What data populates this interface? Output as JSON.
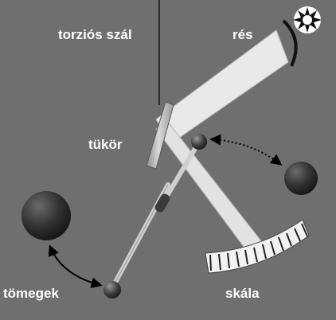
{
  "diagram": {
    "labels": {
      "torsion_fiber": "torziós szál",
      "slit": "rés",
      "mirror": "tükör",
      "masses": "tömegek",
      "scale": "skála"
    },
    "icons": {
      "light_source": "sun-icon"
    },
    "colors": {
      "background": "#6f6f6f",
      "label_text": "#ffffff",
      "light_beam": "#e6e6e6",
      "rod": "#cfcfcf",
      "masses": "#2a2a2a",
      "arrows": "#000000"
    }
  }
}
